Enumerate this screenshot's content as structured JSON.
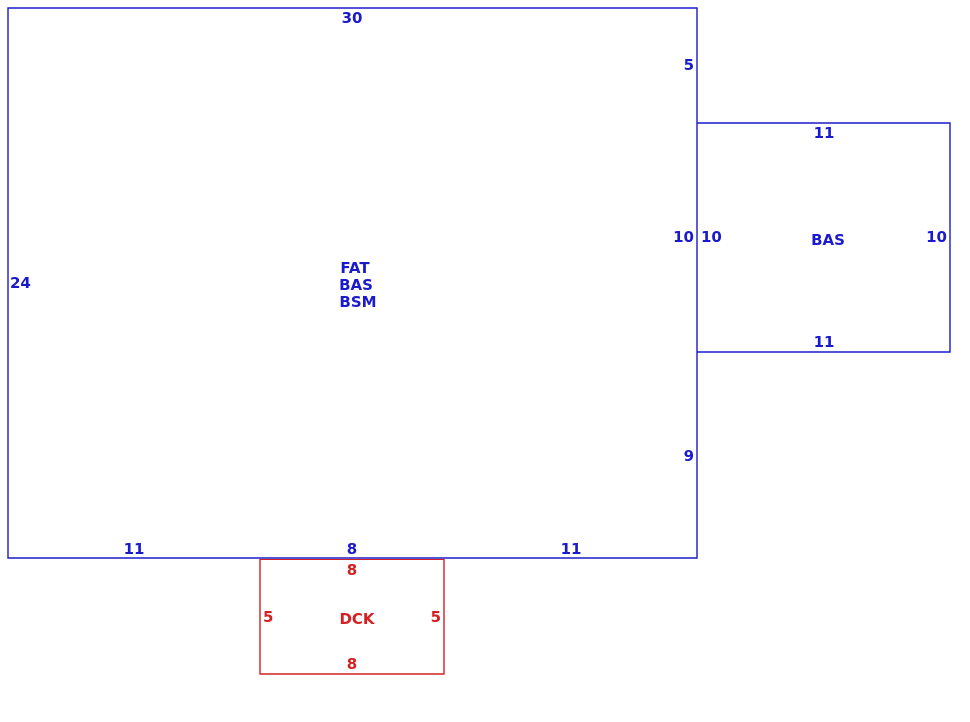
{
  "colors": {
    "blue": "#1a1acc",
    "red": "#d42020",
    "background": "#ffffff"
  },
  "main_area": {
    "codes": [
      "FAT",
      "BAS",
      "BSM"
    ],
    "dims": {
      "top": "30",
      "left": "24",
      "right_upper": "5",
      "right_middle": "10",
      "right_lower": "9",
      "bottom_left": "11",
      "bottom_middle": "8",
      "bottom_right": "11"
    }
  },
  "addition_area": {
    "code": "BAS",
    "dims": {
      "top": "11",
      "bottom": "11",
      "left": "10",
      "right": "10"
    }
  },
  "deck_area": {
    "code": "DCK",
    "dims": {
      "top": "8",
      "bottom": "8",
      "left": "5",
      "right": "5"
    }
  }
}
